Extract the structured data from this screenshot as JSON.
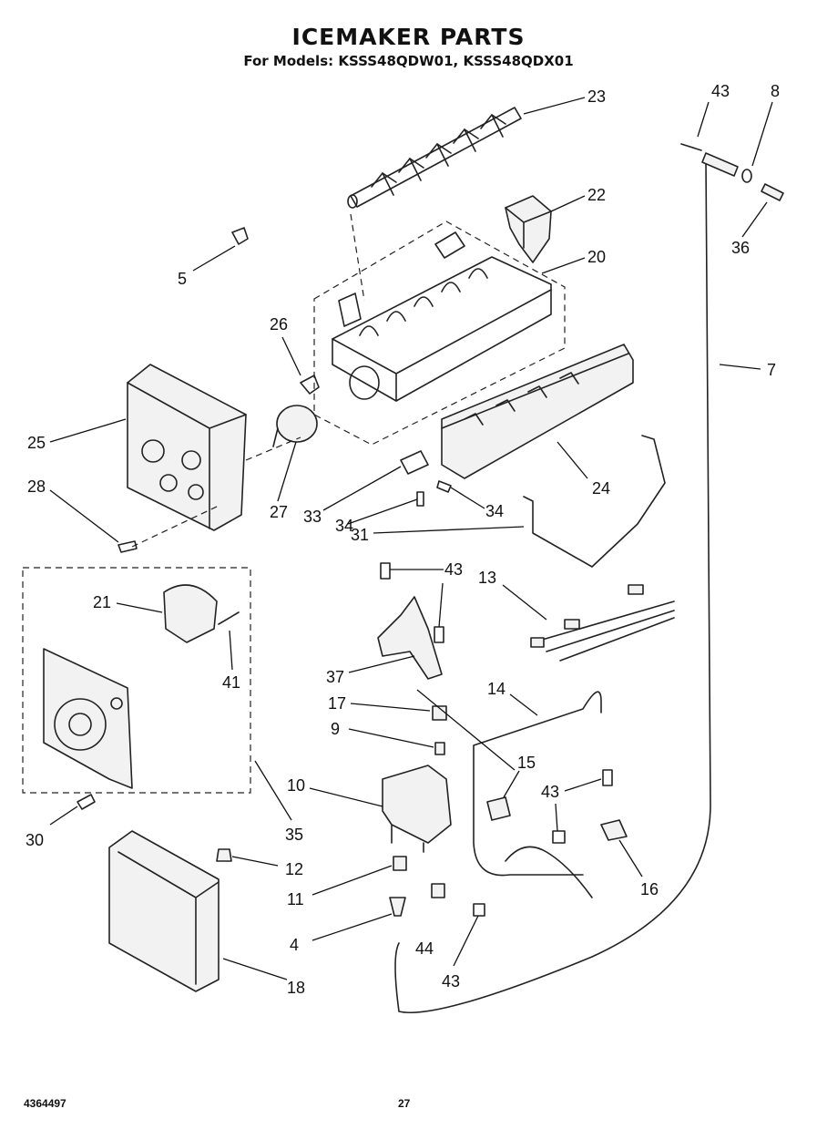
{
  "header": {
    "title": "ICEMAKER PARTS",
    "subtitle": "For Models: KSSS48QDW01, KSSS48QDX01"
  },
  "footer": {
    "doc_number": "4364497",
    "page": "27"
  },
  "callouts": [
    {
      "id": "c43a",
      "label": "43"
    },
    {
      "id": "c8",
      "label": "8"
    },
    {
      "id": "c23",
      "label": "23"
    },
    {
      "id": "c22",
      "label": "22"
    },
    {
      "id": "c36",
      "label": "36"
    },
    {
      "id": "c20",
      "label": "20"
    },
    {
      "id": "c5",
      "label": "5"
    },
    {
      "id": "c26",
      "label": "26"
    },
    {
      "id": "c7",
      "label": "7"
    },
    {
      "id": "c25",
      "label": "25"
    },
    {
      "id": "c24",
      "label": "24"
    },
    {
      "id": "c28",
      "label": "28"
    },
    {
      "id": "c27",
      "label": "27"
    },
    {
      "id": "c33",
      "label": "33"
    },
    {
      "id": "c34a",
      "label": "34"
    },
    {
      "id": "c34b",
      "label": "34"
    },
    {
      "id": "c31",
      "label": "31"
    },
    {
      "id": "c43b",
      "label": "43"
    },
    {
      "id": "c13",
      "label": "13"
    },
    {
      "id": "c21",
      "label": "21"
    },
    {
      "id": "c41",
      "label": "41"
    },
    {
      "id": "c37",
      "label": "37"
    },
    {
      "id": "c14",
      "label": "14"
    },
    {
      "id": "c17",
      "label": "17"
    },
    {
      "id": "c9",
      "label": "9"
    },
    {
      "id": "c15",
      "label": "15"
    },
    {
      "id": "c43c",
      "label": "43"
    },
    {
      "id": "c10",
      "label": "10"
    },
    {
      "id": "c30",
      "label": "30"
    },
    {
      "id": "c35",
      "label": "35"
    },
    {
      "id": "c16",
      "label": "16"
    },
    {
      "id": "c12",
      "label": "12"
    },
    {
      "id": "c11",
      "label": "11"
    },
    {
      "id": "c4",
      "label": "4"
    },
    {
      "id": "c44",
      "label": "44"
    },
    {
      "id": "c43d",
      "label": "43"
    },
    {
      "id": "c18",
      "label": "18"
    }
  ]
}
